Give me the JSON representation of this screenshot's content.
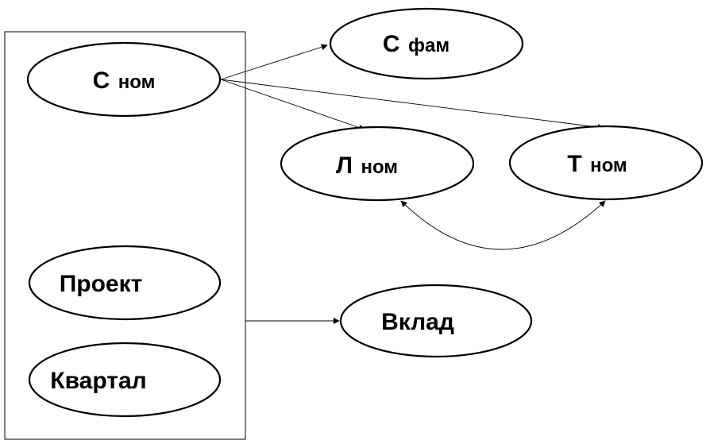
{
  "diagram": {
    "nodes": {
      "s_nom": {
        "main": "С",
        "sub": "ном"
      },
      "s_fam": {
        "main": "С",
        "sub": "фам"
      },
      "l_nom": {
        "main": "Л",
        "sub": "ном"
      },
      "t_nom": {
        "main": "Т",
        "sub": "ном"
      },
      "proekt": {
        "label": "Проект"
      },
      "kvartal": {
        "label": "Квартал"
      },
      "vklad": {
        "label": "Вклад"
      }
    },
    "edges": [
      {
        "from": "s_nom",
        "to": "s_fam",
        "directed": true
      },
      {
        "from": "s_nom",
        "to": "l_nom",
        "directed": true
      },
      {
        "from": "s_nom",
        "to": "t_nom",
        "directed": true
      },
      {
        "from": "l_nom",
        "to": "t_nom",
        "directed": "both",
        "style": "curved"
      },
      {
        "from": "group-box",
        "to": "vklad",
        "directed": true
      }
    ]
  }
}
